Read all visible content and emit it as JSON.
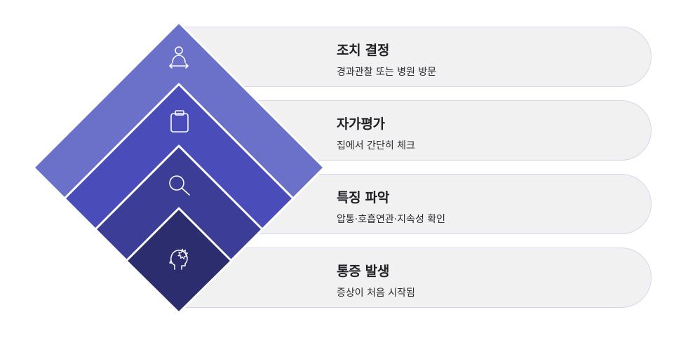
{
  "steps": [
    {
      "title": "조치 결정",
      "desc": "경과관찰 또는 병원 방문",
      "icon": "person-arrows-icon",
      "color": "#6b70c8"
    },
    {
      "title": "자가평가",
      "desc": "집에서 간단히 체크",
      "icon": "clipboard-icon",
      "color": "#4a4cb9"
    },
    {
      "title": "특징 파악",
      "desc": "압통·호흡연관·지속성 확인",
      "icon": "magnifier-icon",
      "color": "#3b3d97"
    },
    {
      "title": "통증 발생",
      "desc": "증상이 처음 시작됨",
      "icon": "head-spark-icon",
      "color": "#2c2d6e"
    }
  ]
}
